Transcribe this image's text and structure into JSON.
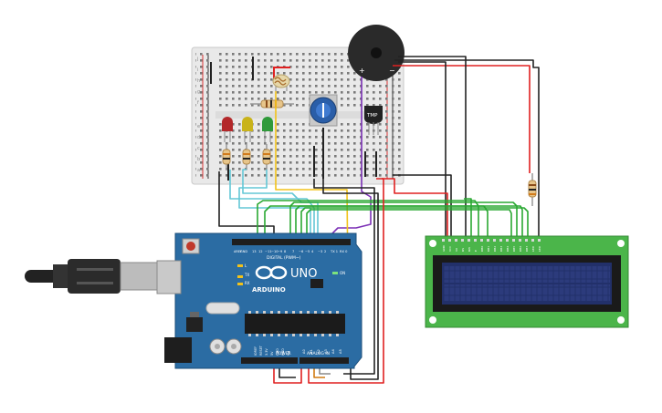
{
  "arduino": {
    "logo": "ARDUINO",
    "model": "UNO",
    "digital_label": "DIGITAL (PWM~)",
    "power_label": "POWER",
    "analog_label": "ANALOG IN",
    "aref": "AREF",
    "gnd": "GND",
    "tx": "TX",
    "rx": "RX",
    "led_l": "L",
    "on": "ON",
    "digital_pins": [
      "13",
      "12",
      "~11",
      "~10",
      "~9",
      "8",
      "7",
      "~6",
      "~5",
      "4",
      "~3",
      "2",
      "TX 1",
      "RX 0"
    ],
    "power_pins": [
      "IOREF",
      "RESET",
      "3.3V",
      "5V",
      "GND",
      "GND",
      "Vin"
    ],
    "analog_pins": [
      "A0",
      "A1",
      "A2",
      "A3",
      "A4",
      "A5"
    ]
  },
  "breadboard": {
    "row_letters": [
      "j",
      "i",
      "h",
      "g",
      "f",
      "e",
      "d",
      "c",
      "b",
      "a"
    ]
  },
  "components": {
    "temp_sensor": "TMP",
    "buzzer_plus": "+",
    "buzzer_minus": "−"
  },
  "lcd": {
    "pin_labels": [
      "GND",
      "VCC",
      "V0",
      "RS",
      "RW",
      "E",
      "DB0",
      "DB1",
      "DB2",
      "DB3",
      "DB4",
      "DB5",
      "DB6",
      "DB7",
      "LED",
      "LED"
    ]
  },
  "colors": {
    "board": "#2b6ca3",
    "breadboard": "#e9e9e9",
    "lcd_pcb": "#4bb54a",
    "lcd_screen": "#22306a",
    "wire_red": "#e02020",
    "wire_black": "#222222",
    "wire_green": "#2aa832",
    "wire_cyan": "#63c7d6",
    "wire_yellow": "#f2c21a",
    "wire_purple": "#7b2fb5",
    "wire_orange": "#d07a10"
  }
}
